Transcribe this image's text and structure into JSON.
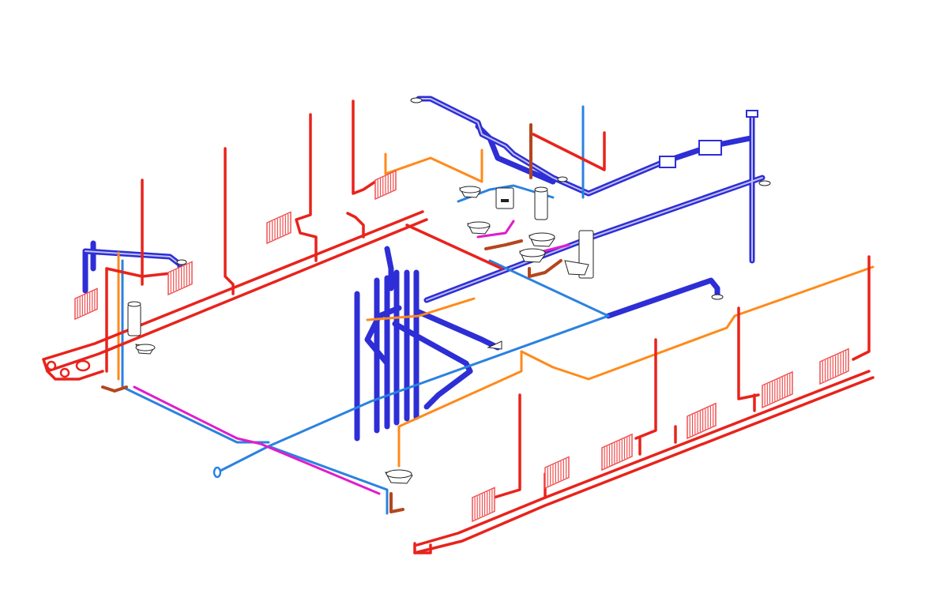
{
  "colors": {
    "background": "#ffffff",
    "heating_supply": "#e8231c",
    "radiator": "#f05050",
    "ventilation_duct": "#2e2ed6",
    "cold_water": "#2a82e0",
    "hot_water_return": "#ff8a1a",
    "hot_water": "#e01ccc",
    "drain": "#b4461e",
    "fixture_outline": "#222222"
  },
  "layers": [
    {
      "key": "heating",
      "icon": "heating-pipe"
    },
    {
      "key": "radiators",
      "icon": "radiator"
    },
    {
      "key": "ventilation",
      "icon": "duct"
    },
    {
      "key": "cold_water",
      "icon": "water-pipe"
    },
    {
      "key": "return",
      "icon": "return-pipe"
    },
    {
      "key": "hot_water",
      "icon": "hot-water-pipe"
    },
    {
      "key": "drain",
      "icon": "drain-pipe"
    },
    {
      "key": "fixtures",
      "icon": "sink"
    }
  ]
}
